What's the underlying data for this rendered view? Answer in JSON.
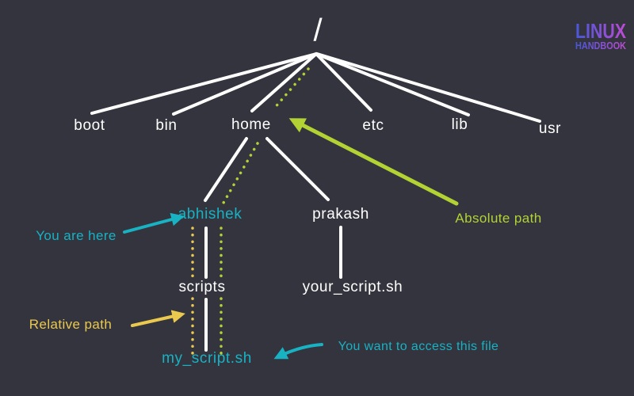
{
  "page": {
    "background_color": "#33343e"
  },
  "logo": {
    "line1": "LINUX",
    "line2": "HANDBOOK",
    "gradient_from": "#4758d8",
    "gradient_to": "#c04bd4"
  },
  "tree": {
    "root_label": "/",
    "dirs": {
      "boot": "boot",
      "bin": "bin",
      "home": "home",
      "etc": "etc",
      "lib": "lib",
      "usr": "usr",
      "abhishek": "abhishek",
      "prakash": "prakash",
      "scripts": "scripts",
      "your_script": "your_script.sh",
      "my_script": "my_script.sh"
    },
    "highlighted_nodes": [
      "abhishek",
      "my_script.sh"
    ],
    "highlight_color": "#18b2c3"
  },
  "annotations": {
    "you_are_here": {
      "label": "You are here",
      "color": "#18b2c3",
      "points_to": "abhishek"
    },
    "absolute_path": {
      "label": "Absolute path",
      "color": "#b2d333",
      "points_to": "home"
    },
    "relative_path": {
      "label": "Relative path",
      "color": "#eac94e",
      "points_to": "dotted path below abhishek"
    },
    "access_file": {
      "label": "You want to access this file",
      "color": "#18b2c3",
      "points_to": "my_script.sh"
    }
  },
  "paths": {
    "absolute_dotted_color": "#b2d333",
    "relative_dotted_color": "#eac94e",
    "tree_line_color": "#ffffff"
  }
}
